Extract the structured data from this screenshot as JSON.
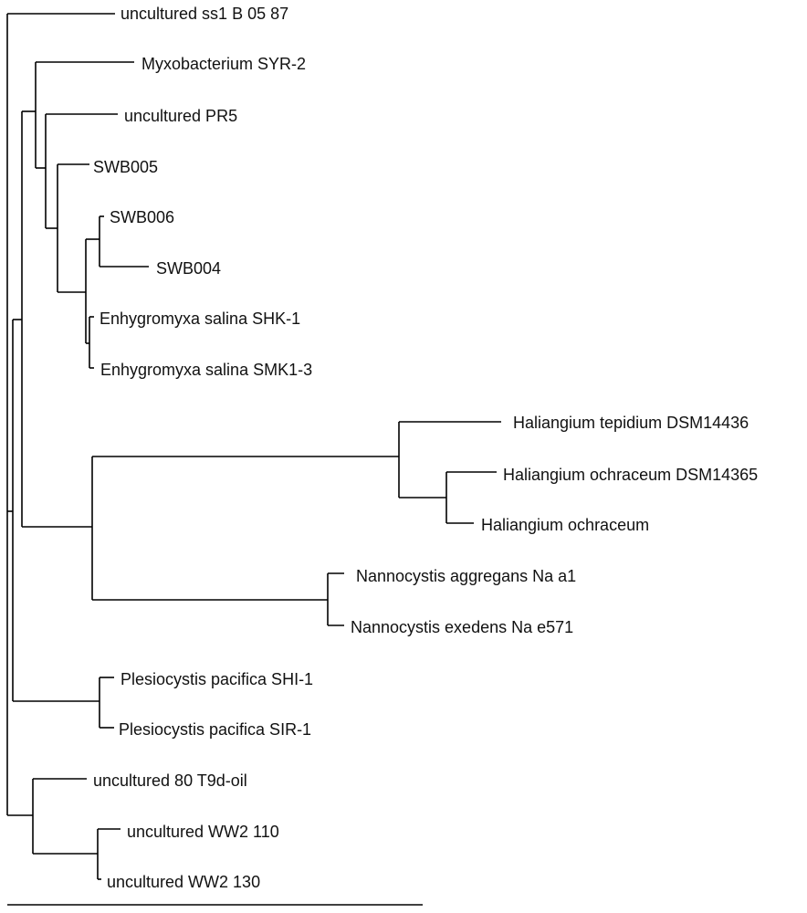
{
  "tree": {
    "taxa": [
      {
        "id": "ss1",
        "label": "uncultured ss1 B 05 87"
      },
      {
        "id": "myxo",
        "label": "Myxobacterium SYR-2"
      },
      {
        "id": "pr5",
        "label": "uncultured PR5"
      },
      {
        "id": "swb005",
        "label": "SWB005"
      },
      {
        "id": "swb006",
        "label": "SWB006"
      },
      {
        "id": "swb004",
        "label": "SWB004"
      },
      {
        "id": "enh_shk",
        "label": "Enhygromyxa salina SHK-1"
      },
      {
        "id": "enh_smk",
        "label": "Enhygromyxa salina SMK1-3"
      },
      {
        "id": "hal_tep",
        "label": "Haliangium tepidium DSM14436"
      },
      {
        "id": "hal_och_dsm",
        "label": "Haliangium ochraceum DSM14365"
      },
      {
        "id": "hal_och",
        "label": "Haliangium ochraceum"
      },
      {
        "id": "nan_agg",
        "label": "Nannocystis aggregans Na a1"
      },
      {
        "id": "nan_exe",
        "label": "Nannocystis exedens Na e571"
      },
      {
        "id": "ple_shi",
        "label": "Plesiocystis pacifica SHI-1"
      },
      {
        "id": "ple_sir",
        "label": "Plesiocystis pacifica SIR-1"
      },
      {
        "id": "unc_80",
        "label": "uncultured 80 T9d-oil"
      },
      {
        "id": "ww2_110",
        "label": "uncultured WW2 110"
      },
      {
        "id": "ww2_130",
        "label": "uncultured WW2 130"
      }
    ],
    "scale_bar_label": ""
  }
}
